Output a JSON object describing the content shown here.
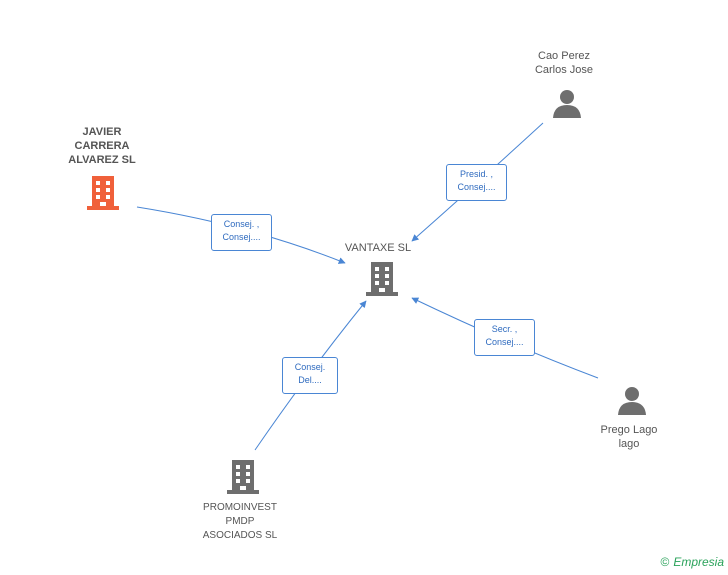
{
  "colors": {
    "edge": "#4a86d4",
    "company": "#6e6e6e",
    "highlight_company": "#f0603a",
    "person": "#6e6e6e",
    "brand": "#2aa25a"
  },
  "nodes": {
    "center": {
      "label": "VANTAXE SL",
      "icon": "building-icon"
    },
    "javier": {
      "label": "JAVIER\nCARRERA\nALVAREZ SL",
      "icon": "building-icon"
    },
    "cao": {
      "label": "Cao Perez\nCarlos Jose",
      "icon": "person-icon"
    },
    "prego": {
      "label": "Prego Lago\nlago",
      "icon": "person-icon"
    },
    "promo": {
      "label": "PROMOINVEST\nPMDP\nASOCIADOS  SL",
      "icon": "building-icon"
    }
  },
  "edges": {
    "javier": {
      "line1": "Consej. ,",
      "line2": "Consej...."
    },
    "cao": {
      "line1": "Presid. ,",
      "line2": "Consej...."
    },
    "prego": {
      "line1": "Secr. ,",
      "line2": "Consej...."
    },
    "promo": {
      "line1": "Consej.",
      "line2": "Del...."
    }
  },
  "brand": {
    "copyright": "©",
    "name": "Empresia"
  }
}
